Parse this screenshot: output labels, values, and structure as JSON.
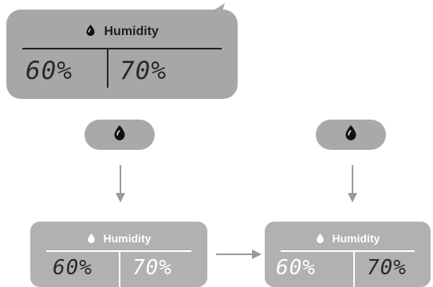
{
  "main_panel": {
    "label": "Humidity",
    "left_value": "60%",
    "right_value": "70%"
  },
  "step_panel_1": {
    "label": "Humidity",
    "left_value": "60%",
    "right_value": "70%"
  },
  "step_panel_2": {
    "label": "Humidity",
    "left_value": "60%",
    "right_value": "70%"
  },
  "colors": {
    "panel_gray": "#a7a7a7",
    "panel_light_gray": "#b1b1b1",
    "dark_text": "#1f1f1f",
    "light_text": "#ffffff",
    "arrow_gray": "#9a9a9a"
  },
  "icons": {
    "drop": "droplet-icon"
  }
}
